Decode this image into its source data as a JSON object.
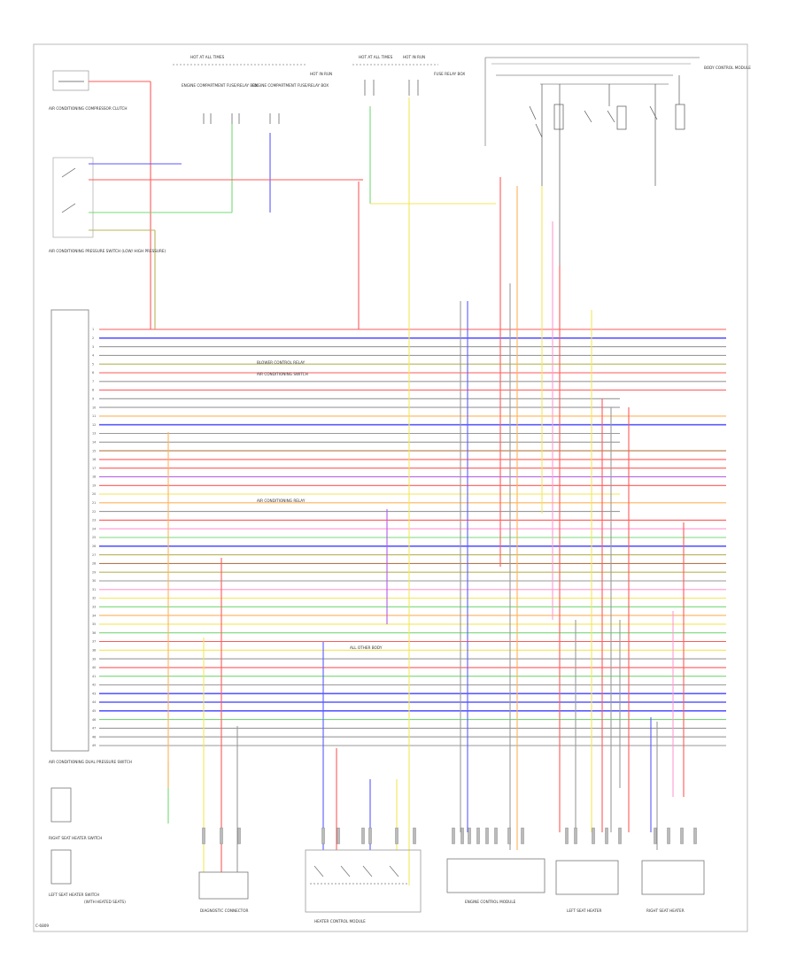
{
  "diagram": {
    "colors": {
      "red": "#ff5a5a",
      "blue": "#5a5aff",
      "gray": "#9a9a9a",
      "green": "#78d878",
      "yellow": "#f2e65a",
      "orange": "#ffb25a",
      "pink": "#ff9ad0",
      "violet": "#b35ae6",
      "brown": "#b07a4a",
      "olive": "#b8b45a",
      "black": "#222222"
    },
    "top_labels": [
      "HOT AT ALL TIMES",
      "ENGINE COMPARTMENT FUSE/RELAY BOX",
      "ENGINE COMPARTMENT FUSE/RELAY BOX",
      "HOT AT ALL TIMES",
      "HOT IN RUN",
      "HOT IN RUN",
      "FUSE RELAY BOX",
      "BODY CONTROL MODULE"
    ],
    "left_labels": {
      "ac_switch": "AIR CONDITIONING COMPRESSOR CLUTCH",
      "pressure_switch": "AIR CONDITIONING PRESSURE SWITCH (LOW/ HIGH PRESSURE)",
      "dual_pressure": "AIR CONDITIONING DUAL PRESSURE SWITCH",
      "left_headlight": "LEFT SEAT HEATER SWITCH",
      "right_switch": "RIGHT SEAT HEATER SWITCH",
      "module_note": "(WITH HEATED SEATS)"
    },
    "module_pins": [
      "1",
      "2",
      "3",
      "4",
      "5",
      "6",
      "7",
      "8",
      "9",
      "10",
      "11",
      "12",
      "13",
      "14",
      "15",
      "16",
      "17",
      "18",
      "19",
      "20",
      "21",
      "22",
      "23",
      "24",
      "25",
      "26",
      "27",
      "28",
      "29",
      "30",
      "31",
      "32",
      "33",
      "34",
      "35",
      "36",
      "37",
      "38",
      "39",
      "40",
      "41",
      "42",
      "43",
      "44",
      "45",
      "46",
      "47",
      "48",
      "49"
    ],
    "inline_notes": [
      "BLOWER CONTROL RELAY",
      "AIR CONDITIONING SWITCH",
      "AIR CONDITIONING RELAY",
      "ALL OTHER BODY"
    ],
    "bottom_labels": [
      "DIAGNOSTIC CONNECTOR",
      "HEATER CONTROL MODULE",
      "ENGINE CONTROL MODULE",
      "LEFT SEAT HEATER",
      "RIGHT SEAT HEATER"
    ],
    "footer_code": "C-6809"
  }
}
